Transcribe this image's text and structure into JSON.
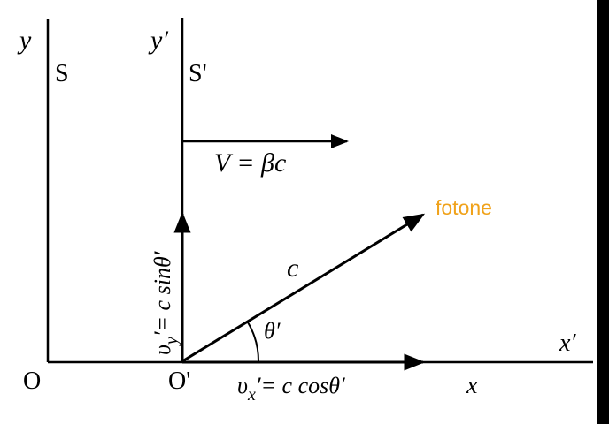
{
  "frame_s": {
    "axis_y_label": "y",
    "name": "S",
    "origin": "O",
    "axis_x_label": "x"
  },
  "frame_s_prime": {
    "axis_y_label": "y′",
    "name": "S'",
    "origin": "O'",
    "axis_x_label": "x′"
  },
  "velocity_label": "V = βc",
  "photon_label": "fotone",
  "photon_speed_label": "c",
  "angle_label": "θ′",
  "vx_label": {
    "symbol": "υ",
    "subscript": "x",
    "rest": "′= c cosθ′"
  },
  "vy_label": {
    "symbol": "υ",
    "subscript": "y",
    "rest": "′= c sinθ′"
  },
  "colors": {
    "ink": "#000000",
    "photon_label": "#f0a21a",
    "background": "#ffffff"
  }
}
